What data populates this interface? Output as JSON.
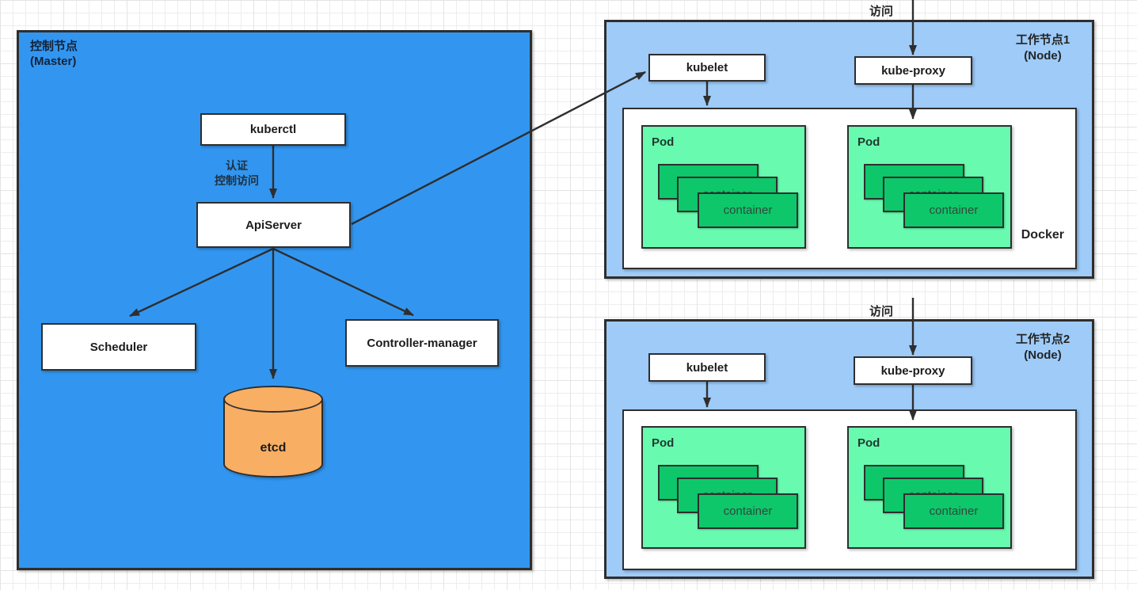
{
  "colors": {
    "master_fill": "#3296f0",
    "node_fill": "#9ecbf8",
    "docker_fill": "#ffffff",
    "pod_fill": "#68fbb0",
    "container_fill": "#0ec76a",
    "etcd_fill": "#f8ae63",
    "line_and_border": "#2e2e2e"
  },
  "master": {
    "title_line1": "控制节点",
    "title_line2": "(Master)",
    "kuberctl": "kuberctl",
    "auth_line1": "认证",
    "auth_line2": "控制访问",
    "apiserver": "ApiServer",
    "scheduler": "Scheduler",
    "controller_manager": "Controller-manager",
    "etcd": "etcd"
  },
  "nodes": [
    {
      "title_line1": "工作节点1",
      "title_line2": "(Node)",
      "access_label": "访问",
      "kubelet": "kubelet",
      "kube_proxy": "kube-proxy",
      "docker_label": "Docker",
      "pods": [
        {
          "label": "Pod",
          "container": "container"
        },
        {
          "label": "Pod",
          "container": "container"
        }
      ]
    },
    {
      "title_line1": "工作节点2",
      "title_line2": "(Node)",
      "access_label": "访问",
      "kubelet": "kubelet",
      "kube_proxy": "kube-proxy",
      "pods": [
        {
          "label": "Pod",
          "container": "container"
        },
        {
          "label": "Pod",
          "container": "container"
        }
      ]
    }
  ]
}
